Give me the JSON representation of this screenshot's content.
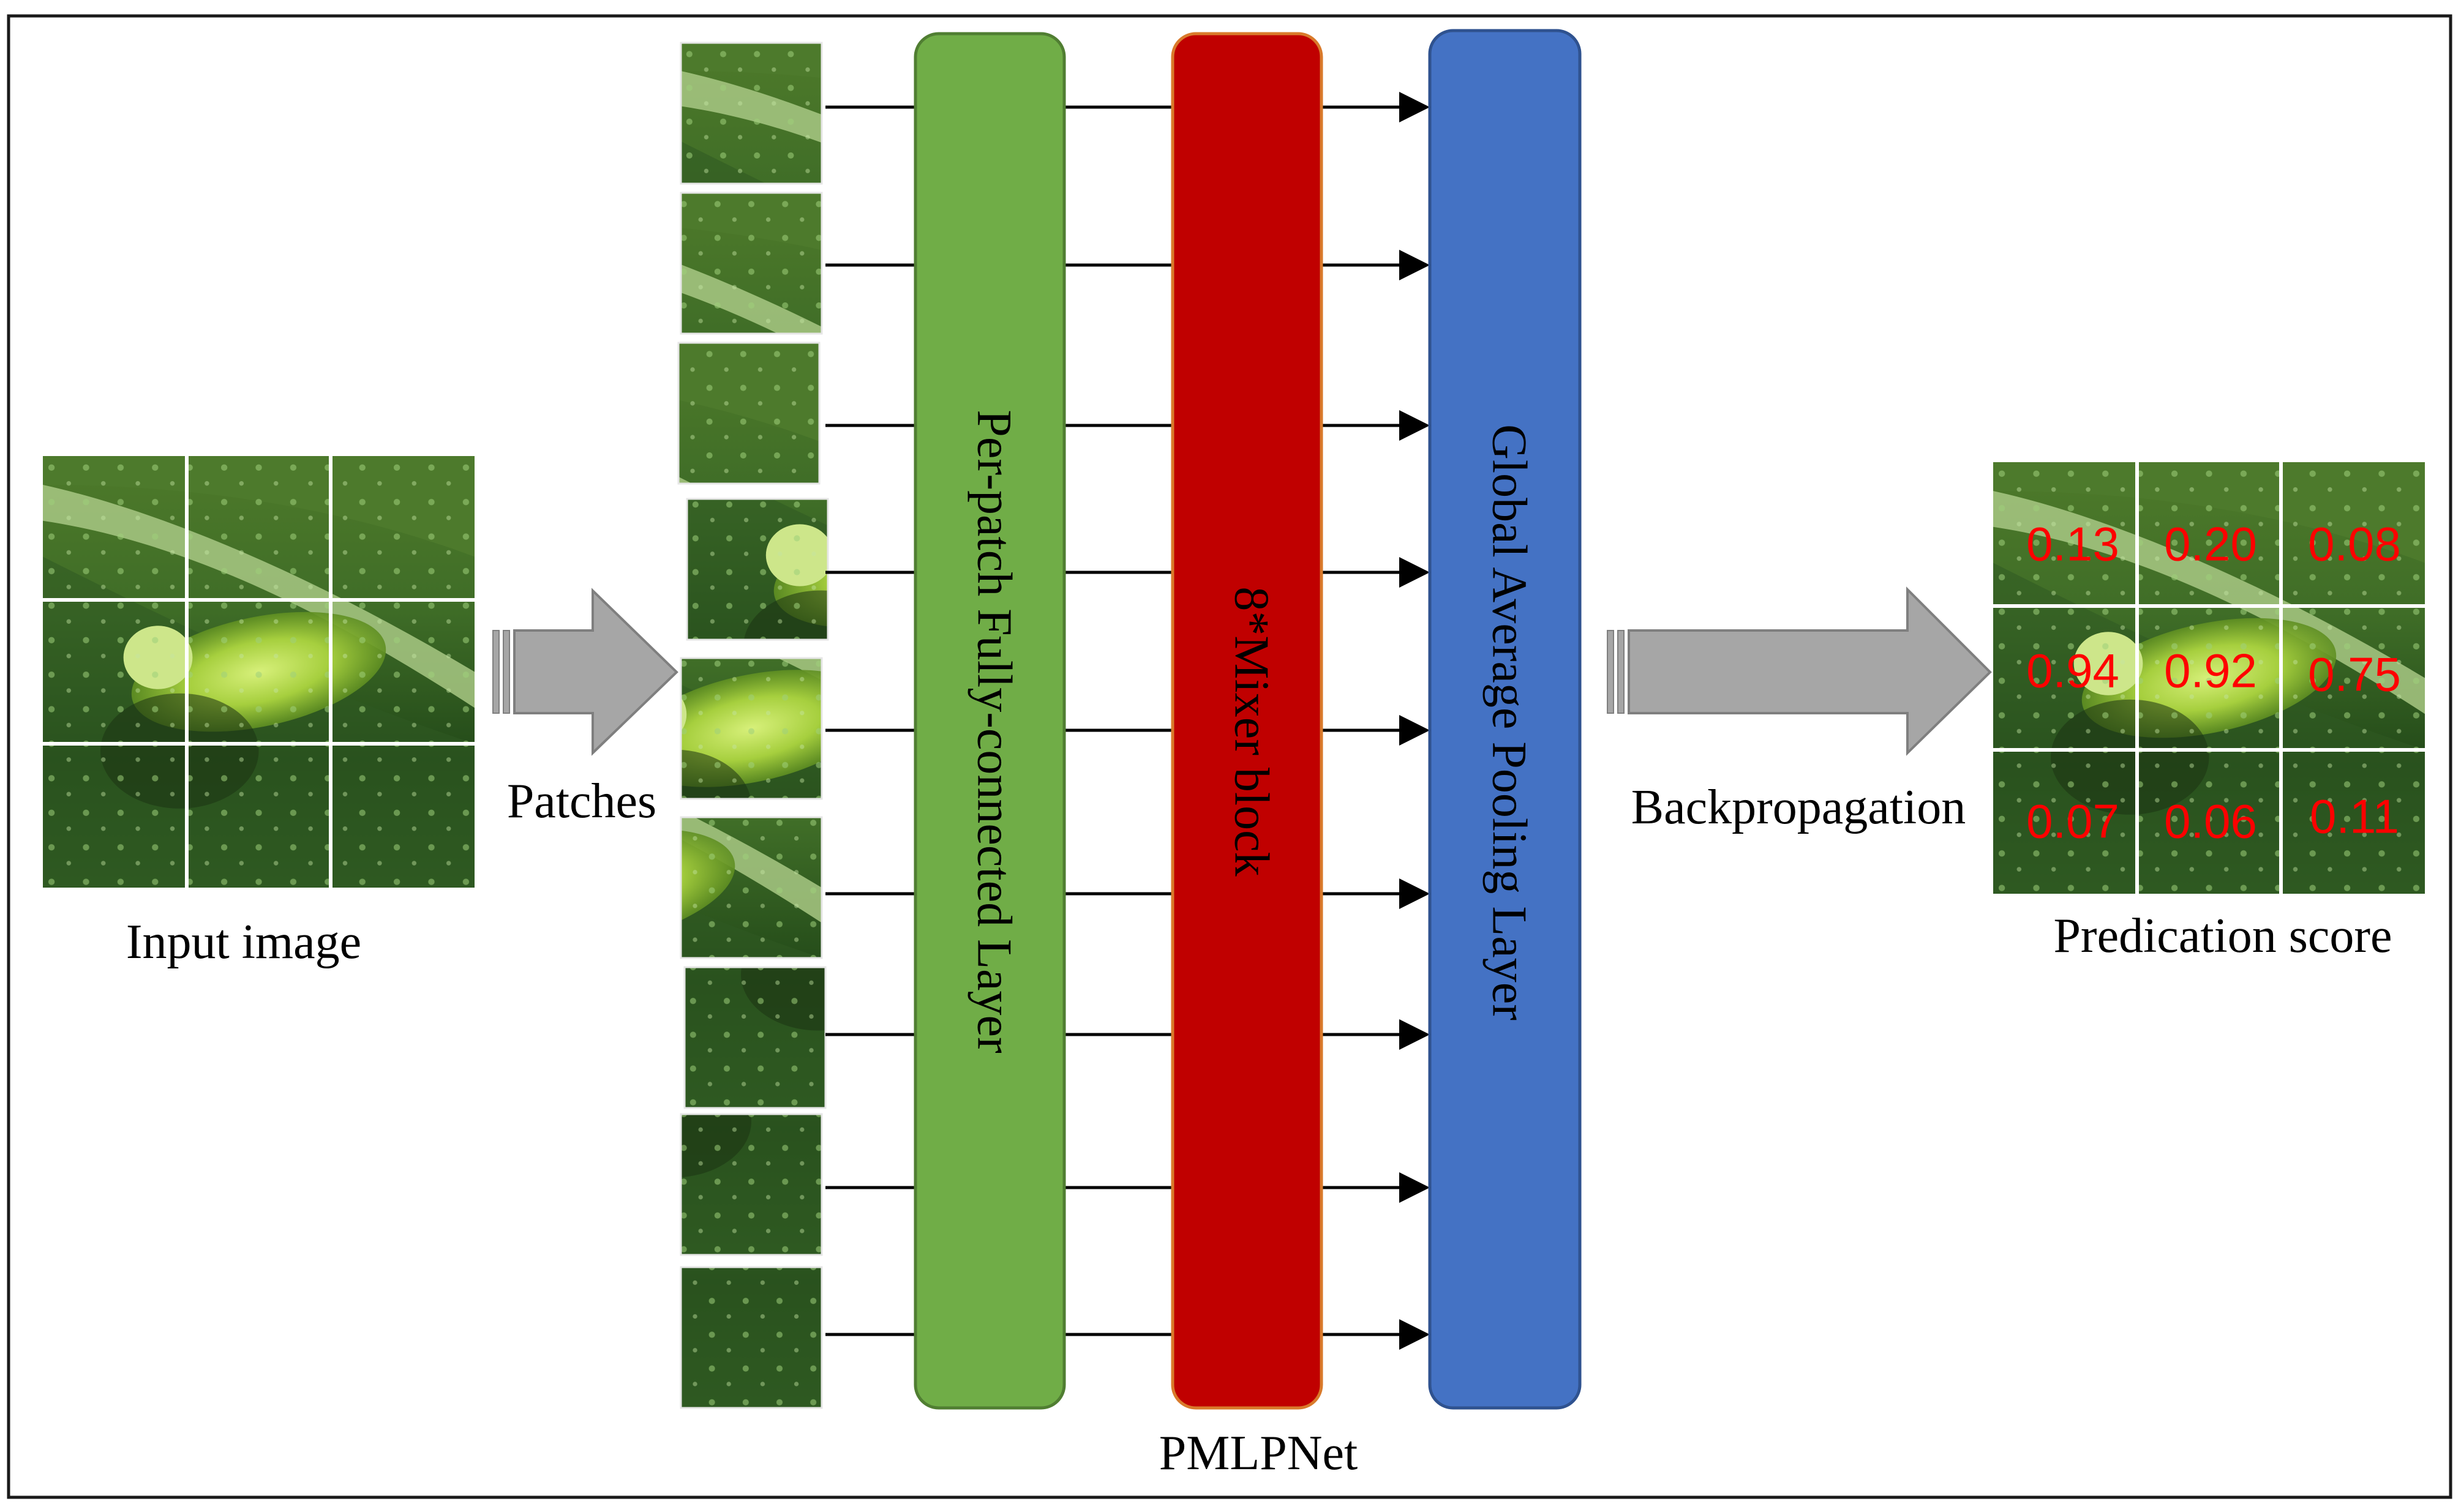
{
  "labels": {
    "input_image": "Input image",
    "patches": "Patches",
    "backpropagation": "Backpropagation",
    "prediction_score": "Predication score",
    "network_name": "PMLPNet"
  },
  "layers": {
    "per_patch_fc": "Per-patch Fully-connected Layer",
    "mixer_block": "8*Mixer block",
    "global_avg_pool": "Global Average Pooling Layer"
  },
  "scores": [
    [
      "0.13",
      "0.20",
      "0.08"
    ],
    [
      "0.94",
      "0.92",
      "0.75"
    ],
    [
      "0.07",
      "0.06",
      "0.11"
    ]
  ],
  "colors": {
    "fc_layer": "#70ad47",
    "mixer_block": "#c00000",
    "pool_layer": "#4472c4",
    "score_text": "#ff0000",
    "arrow_fill": "#a6a6a6"
  }
}
